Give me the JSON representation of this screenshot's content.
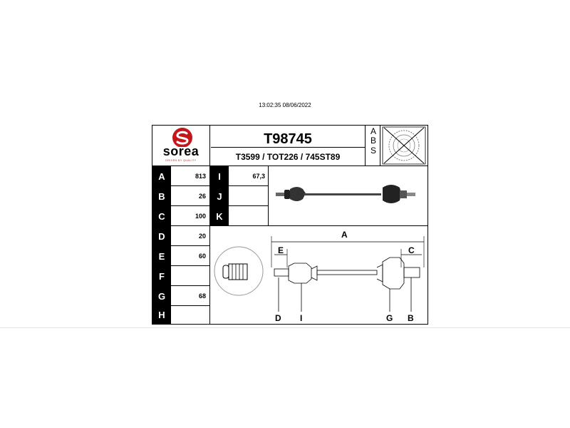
{
  "timestamp": "13:02:35 08/06/2022",
  "header": {
    "brand": "sorea",
    "tagline": "DRIVEN BY QUALITY",
    "part_code": "T98745",
    "cross_refs": "T3599 / TOT226 / 745ST89",
    "abs_letters": [
      "A",
      "B",
      "S"
    ]
  },
  "specs_left": [
    {
      "label": "A",
      "value": "813"
    },
    {
      "label": "B",
      "value": "26"
    },
    {
      "label": "C",
      "value": "100"
    },
    {
      "label": "D",
      "value": "20"
    },
    {
      "label": "E",
      "value": "60"
    },
    {
      "label": "F",
      "value": ""
    },
    {
      "label": "G",
      "value": "68"
    },
    {
      "label": "H",
      "value": ""
    }
  ],
  "specs_mid": [
    {
      "label": "I",
      "value": "67,3"
    },
    {
      "label": "J",
      "value": ""
    },
    {
      "label": "K",
      "value": ""
    }
  ],
  "diagram": {
    "A": "A",
    "C": "C",
    "E": "E",
    "D": "D",
    "I": "I",
    "G": "G",
    "B": "B"
  },
  "colors": {
    "brand_red": "#c5161d",
    "label_bg": "#000000"
  },
  "icons": [
    "sorea-logo-icon",
    "abs-ring-crossed-icon",
    "shaft-photo-icon",
    "spline-end-icon"
  ]
}
